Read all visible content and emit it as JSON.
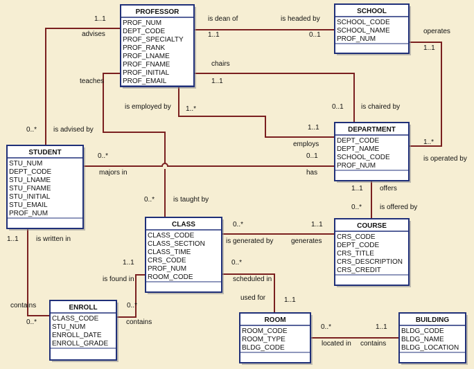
{
  "colors": {
    "background": "#f6eed3",
    "entity_fill": "#ffffff",
    "entity_border": "#1f2f78",
    "relationship_line": "#7a1f1f",
    "text": "#111111"
  },
  "entities": {
    "professor": {
      "name": "PROFESSOR",
      "attributes": [
        "PROF_NUM",
        "DEPT_CODE",
        "PROF_SPECIALTY",
        "PROF_RANK",
        "PROF_LNAME",
        "PROF_FNAME",
        "PROF_INITIAL",
        "PROF_EMAIL"
      ]
    },
    "school": {
      "name": "SCHOOL",
      "attributes": [
        "SCHOOL_CODE",
        "SCHOOL_NAME",
        "PROF_NUM"
      ]
    },
    "department": {
      "name": "DEPARTMENT",
      "attributes": [
        "DEPT_CODE",
        "DEPT_NAME",
        "SCHOOL_CODE",
        "PROF_NUM"
      ]
    },
    "student": {
      "name": "STUDENT",
      "attributes": [
        "STU_NUM",
        "DEPT_CODE",
        "STU_LNAME",
        "STU_FNAME",
        "STU_INITIAL",
        "STU_EMAIL",
        "PROF_NUM"
      ]
    },
    "class": {
      "name": "CLASS",
      "attributes": [
        "CLASS_CODE",
        "CLASS_SECTION",
        "CLASS_TIME",
        "CRS_CODE",
        "PROF_NUM",
        "ROOM_CODE"
      ]
    },
    "course": {
      "name": "COURSE",
      "attributes": [
        "CRS_CODE",
        "DEPT_CODE",
        "CRS_TITLE",
        "CRS_DESCRIPTION",
        "CRS_CREDIT"
      ]
    },
    "enroll": {
      "name": "ENROLL",
      "attributes": [
        "CLASS_CODE",
        "STU_NUM",
        "ENROLL_DATE",
        "ENROLL_GRADE"
      ]
    },
    "room": {
      "name": "ROOM",
      "attributes": [
        "ROOM_CODE",
        "ROOM_TYPE",
        "BLDG_CODE"
      ]
    },
    "building": {
      "name": "BUILDING",
      "attributes": [
        "BLDG_CODE",
        "BLDG_NAME",
        "BLDG_LOCATION"
      ]
    }
  },
  "labels": {
    "is_dean_of": "is dean of",
    "is_headed_by": "is headed by",
    "dean_prof_card": "1..1",
    "dean_school_card": "0..1",
    "prof_top_card": "1..1",
    "advises": "advises",
    "operates": "operates",
    "operates_card": "1..1",
    "chairs": "chairs",
    "chairs_card": "1..1",
    "is_chaired_by": "is chaired by",
    "chaired_card": "0..1",
    "teaches": "teaches",
    "is_employed_by": "is employed by",
    "employed_prof_card": "1..*",
    "employs_card": "1..1",
    "employs": "employs",
    "is_advised_by": "is advised by",
    "advised_card": "0..*",
    "majors_card": "0..*",
    "majors_in": "majors in",
    "has": "has",
    "has_card": "0..1",
    "is_operated_by": "is operated by",
    "operated_card": "1..*",
    "offers": "offers",
    "offers_card": "1..1",
    "is_offered_by": "is offered by",
    "offered_card": "0..*",
    "is_taught_by": "is taught by",
    "taught_card": "0..*",
    "generated_class_card": "0..*",
    "generated_course_card": "1..1",
    "is_generated_by": "is generated by",
    "generates": "generates",
    "stu_enroll_card": "1..1",
    "is_written_in": "is written in",
    "contains_left": "contains",
    "enroll_left_card": "0..*",
    "class_enroll_card": "1..1",
    "is_found_in": "is found in",
    "enroll_right_card": "0..*",
    "contains_bottom": "contains",
    "scheduled_card": "0..*",
    "scheduled_in": "scheduled in",
    "used_for": "used for",
    "room_card": "1..1",
    "room_bldg_card": "0..*",
    "bldg_card": "1..1",
    "located_in": "located in",
    "contains_bldg": "contains"
  }
}
